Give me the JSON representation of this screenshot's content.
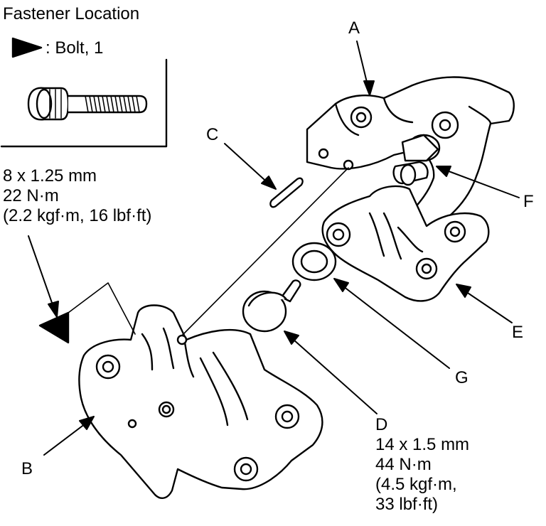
{
  "legend": {
    "title": "Fastener Location",
    "bolt_label": ": Bolt, 1"
  },
  "callouts": {
    "A": "A",
    "B": "B",
    "C": "C",
    "D": "D",
    "E": "E",
    "F": "F",
    "G": "G"
  },
  "specs": {
    "b_size": "8 x 1.25 mm",
    "b_torque_nm": "22 N·m",
    "b_torque_alt": "(2.2 kgf·m, 16 lbf·ft)",
    "d_size": "14 x 1.5 mm",
    "d_torque_nm": "44 N·m",
    "d_torque_alt_1": "(4.5 kgf·m,",
    "d_torque_alt_2": "33 lbf·ft)"
  },
  "icons": {
    "fastener_marker": "filled-triangle-marker-icon",
    "bolt": "socket-head-bolt-icon"
  }
}
